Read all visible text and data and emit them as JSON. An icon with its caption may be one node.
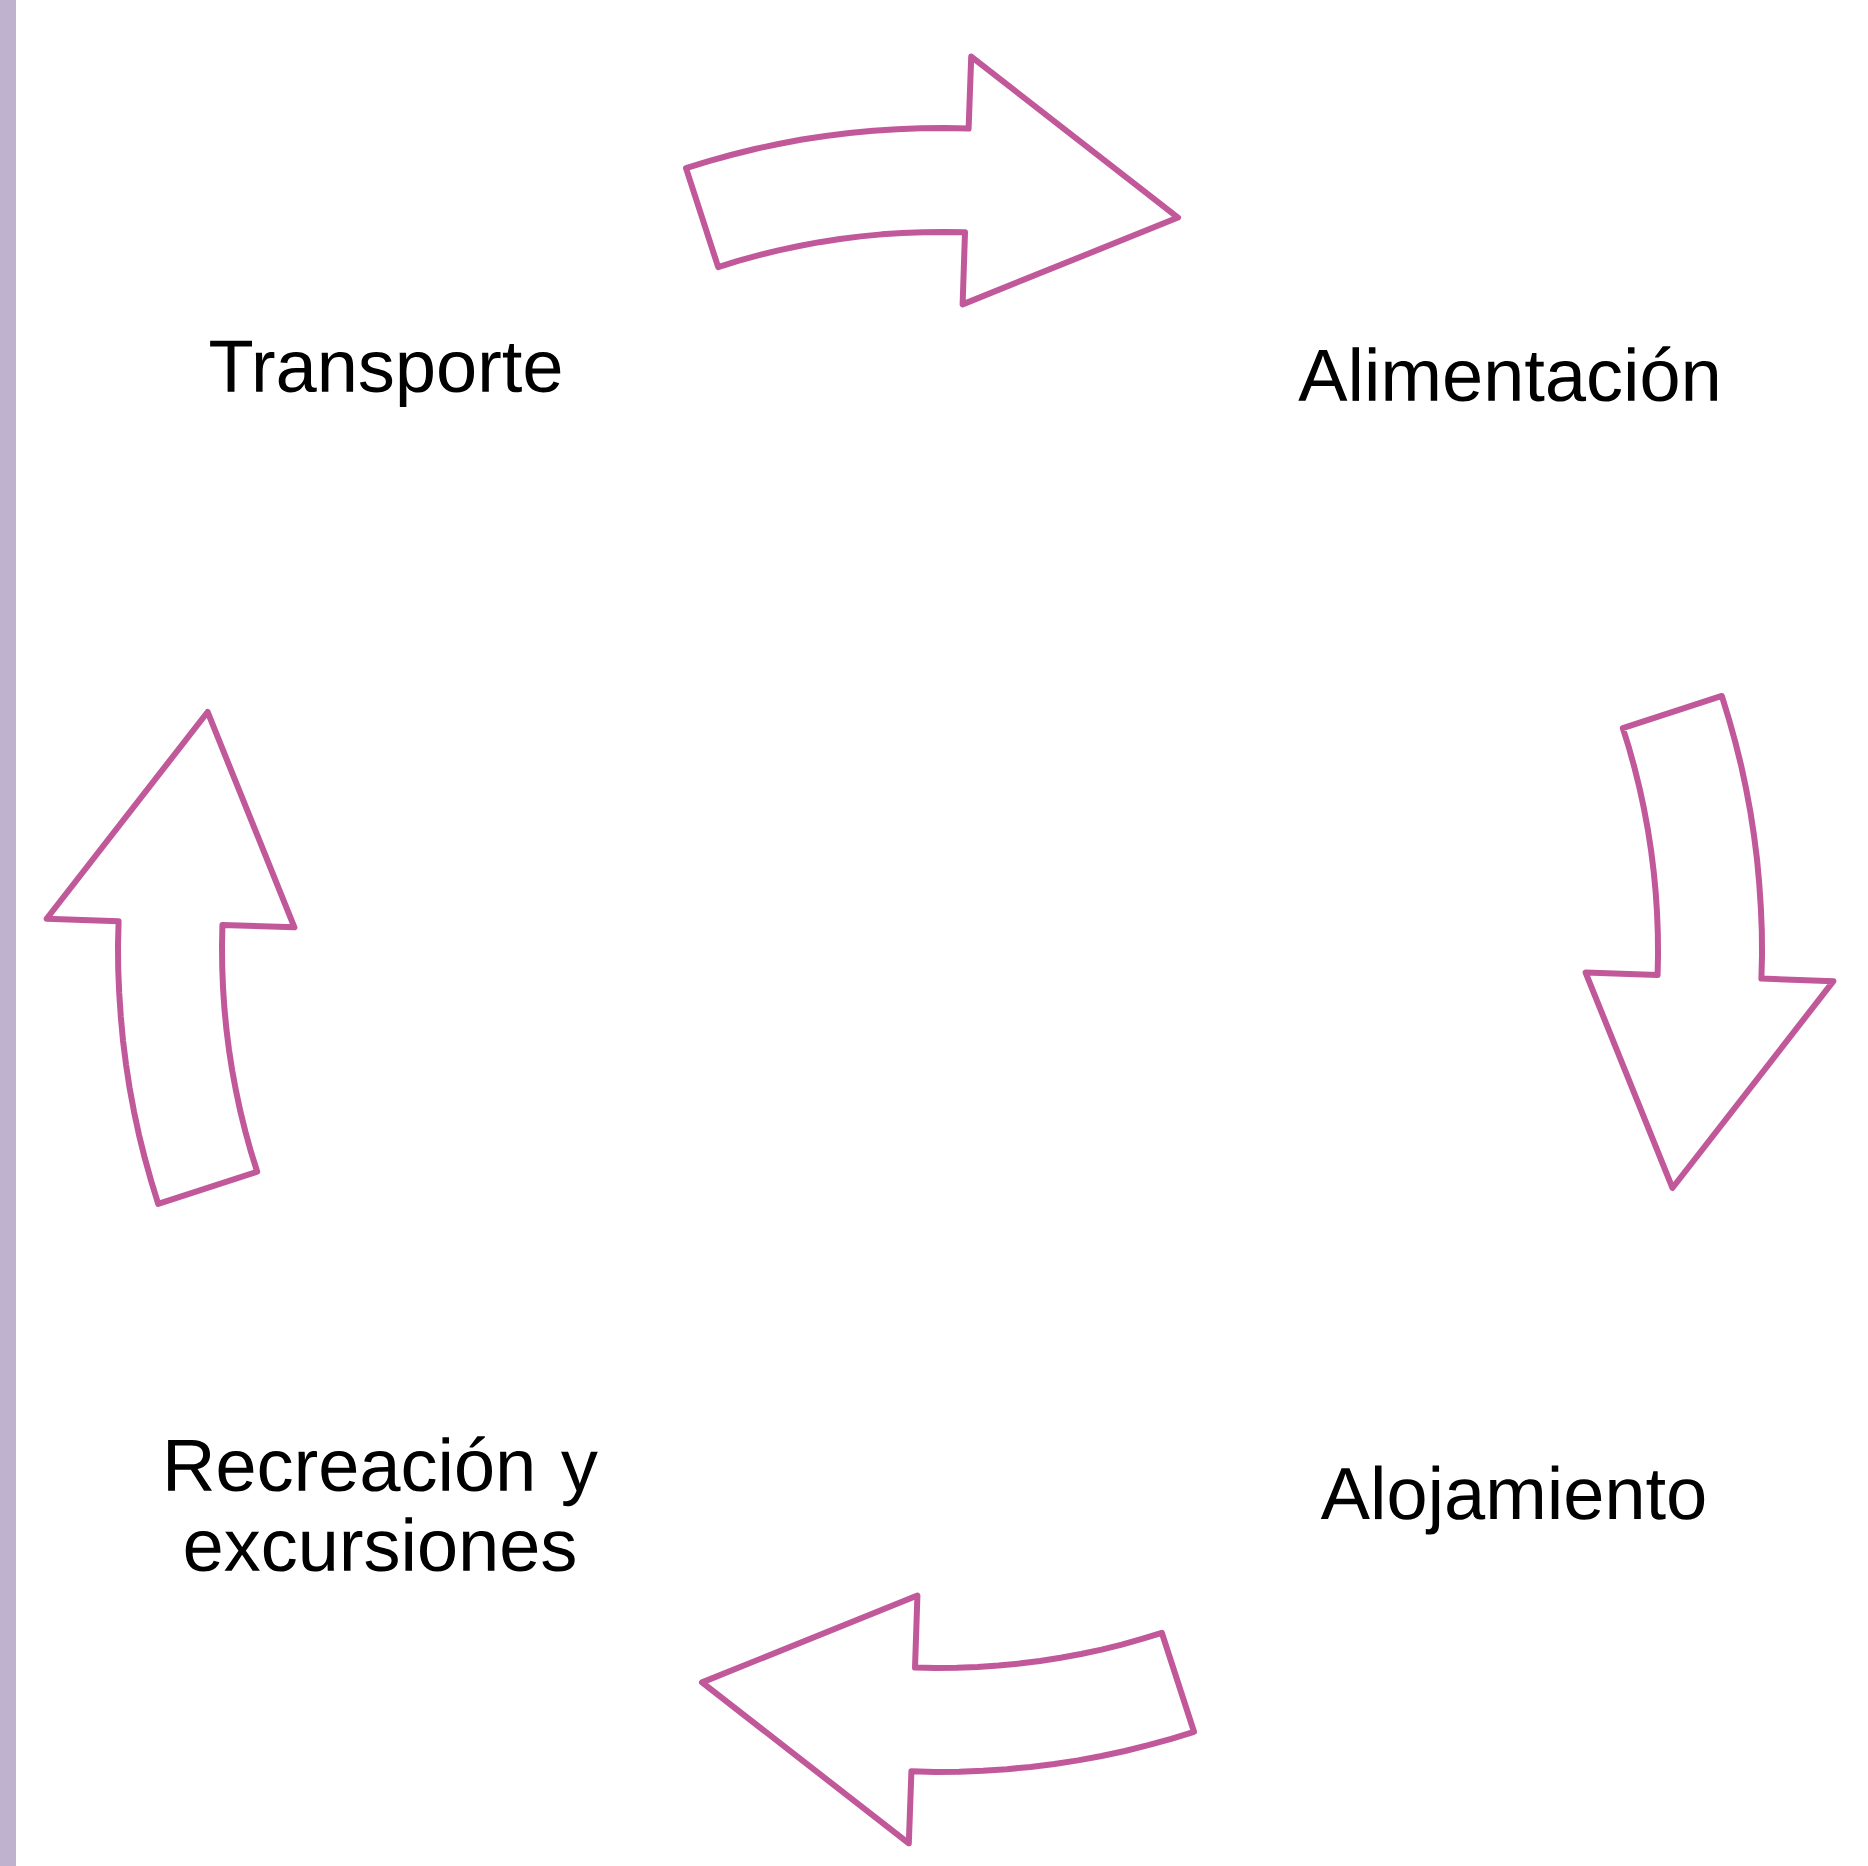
{
  "diagram": {
    "nodes": [
      {
        "text": [
          "Transporte"
        ]
      },
      {
        "text": [
          "Alimentación"
        ]
      },
      {
        "text": [
          "Alojamiento"
        ]
      },
      {
        "text": [
          "Recreación y excursiones"
        ]
      }
    ],
    "edges": [
      {
        "from": 0,
        "to": 1,
        "arrow": "to"
      },
      {
        "from": 1,
        "to": 2,
        "arrow": "to"
      },
      {
        "from": 2,
        "to": 3,
        "arrow": "to"
      },
      {
        "from": 3,
        "to": 0,
        "arrow": "to"
      }
    ]
  }
}
